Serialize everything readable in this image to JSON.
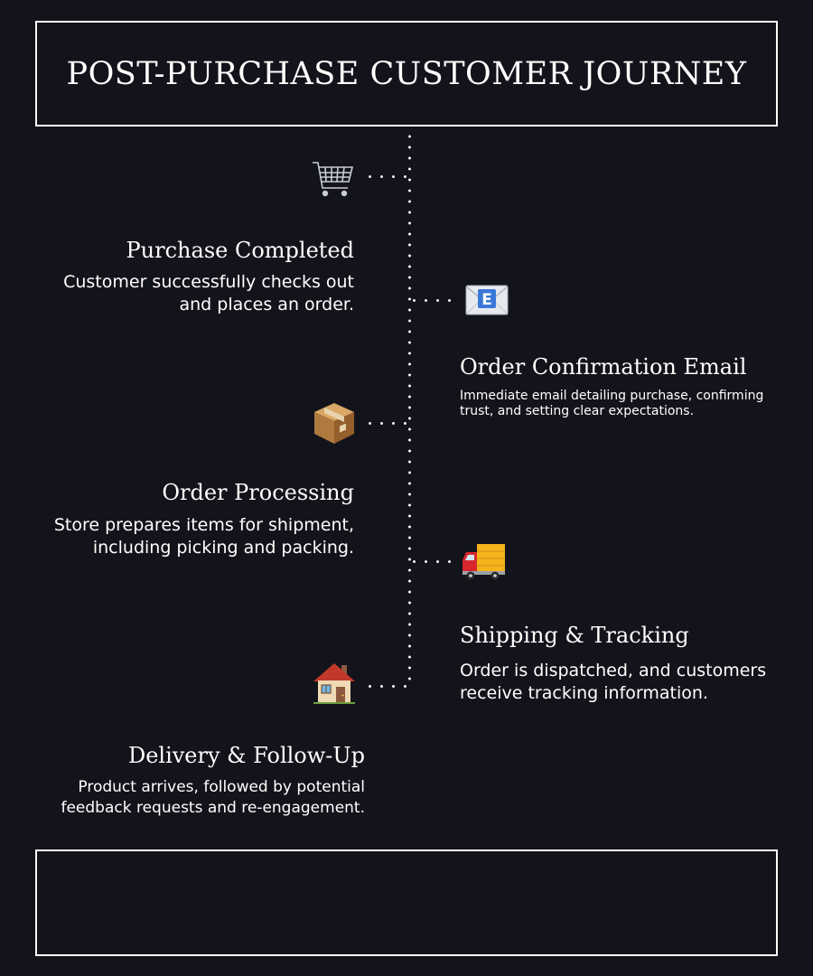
{
  "title": "POST-PURCHASE CUSTOMER JOURNEY",
  "steps": [
    {
      "title": "Purchase Completed",
      "description": "Customer successfully checks out and places an order.",
      "icon": "shopping-cart-icon"
    },
    {
      "title": "Order Confirmation Email",
      "description": "Immediate email detailing purchase, confirming trust, and setting clear expectations.",
      "icon": "email-envelope-icon"
    },
    {
      "title": "Order Processing",
      "description": "Store prepares items for shipment, including picking and packing.",
      "icon": "package-box-icon"
    },
    {
      "title": "Shipping & Tracking",
      "description": "Order is dispatched, and customers receive tracking information.",
      "icon": "delivery-truck-icon"
    },
    {
      "title": "Delivery & Follow-Up",
      "description": "Product arrives, followed by potential feedback requests and re-engagement.",
      "icon": "house-icon"
    }
  ],
  "colors": {
    "background": "#13141b",
    "text": "#ffffff",
    "lines": "#ffffff"
  }
}
